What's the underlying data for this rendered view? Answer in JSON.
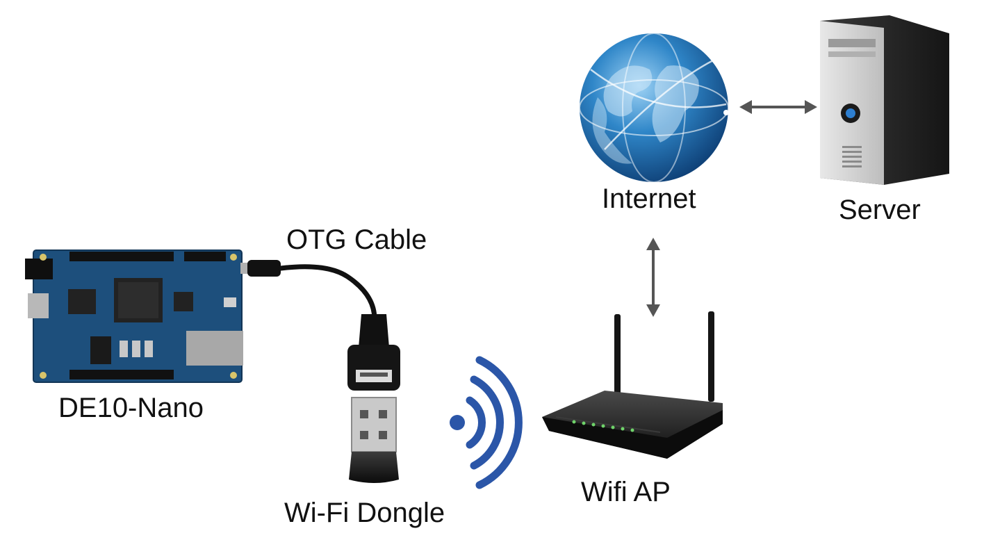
{
  "diagram": {
    "nodes": {
      "internet": {
        "label": "Internet",
        "icon": "globe-icon"
      },
      "server": {
        "label": "Server",
        "icon": "server-tower-icon"
      },
      "de10_nano": {
        "label": "DE10-Nano",
        "icon": "fpga-board-icon"
      },
      "otg_cable": {
        "label": "OTG Cable",
        "icon": "usb-otg-cable-icon"
      },
      "wifi_dongle": {
        "label": "Wi-Fi Dongle",
        "icon": "usb-dongle-icon"
      },
      "wifi_ap": {
        "label": "Wifi AP",
        "icon": "wireless-router-icon"
      }
    },
    "edges": [
      {
        "from": "internet",
        "to": "server",
        "style": "bidirectional-arrow"
      },
      {
        "from": "internet",
        "to": "wifi_ap",
        "style": "bidirectional-arrow"
      },
      {
        "from": "de10_nano",
        "to": "otg_cable",
        "style": "cable"
      },
      {
        "from": "wifi_dongle",
        "to": "wifi_ap",
        "style": "wireless-signal"
      }
    ],
    "colors": {
      "arrow": "#555555",
      "wifi_signal": "#2b56a8",
      "globe": "#1f6fb0",
      "board": "#1d4f7c",
      "router": "#1a1a1a",
      "server": "#2a2a2a",
      "text": "#111111"
    }
  }
}
